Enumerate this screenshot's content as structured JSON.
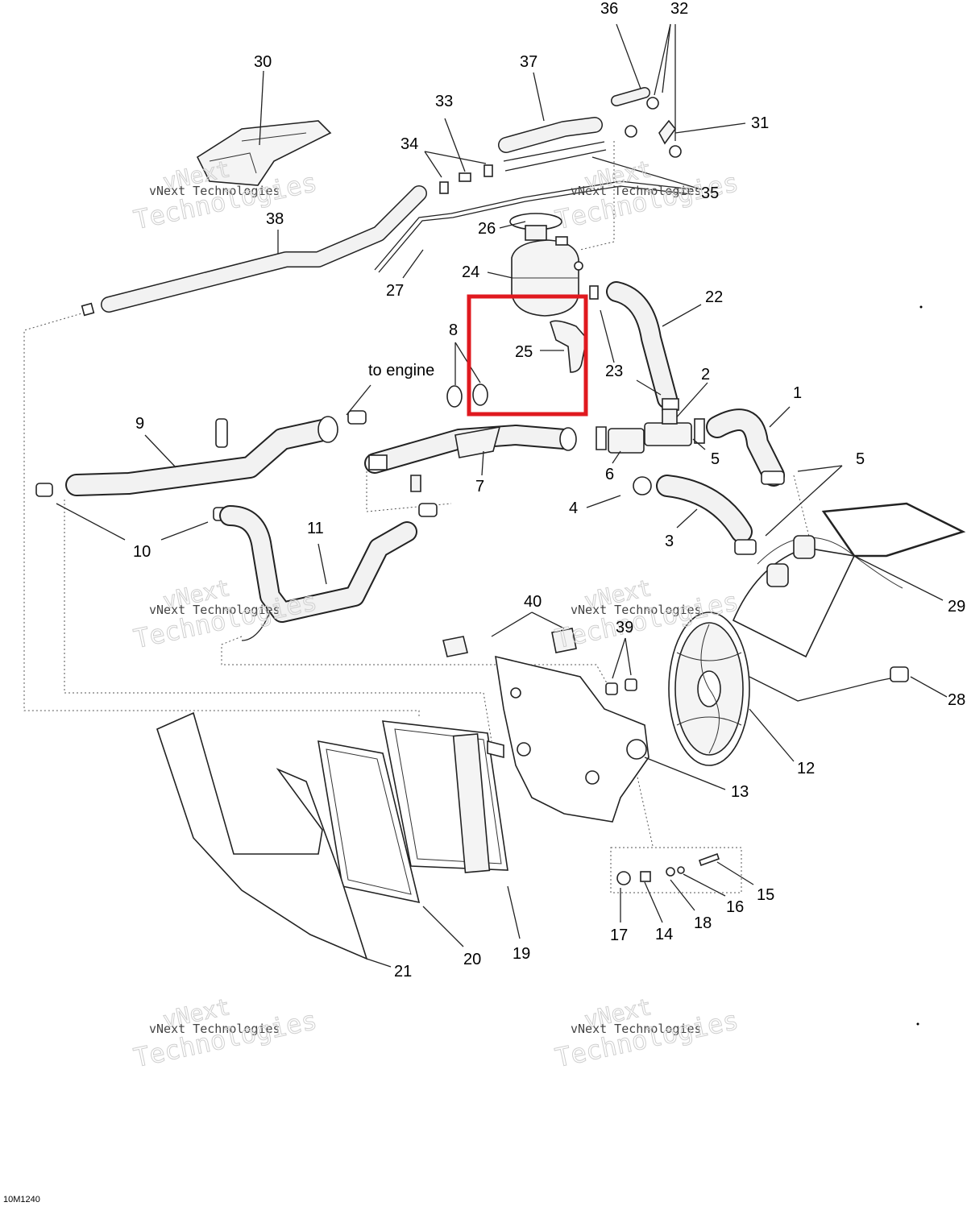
{
  "diagram": {
    "callouts": {
      "c1": "1",
      "c2": "2",
      "c3": "3",
      "c4": "4",
      "c5a": "5",
      "c5b": "5",
      "c6": "6",
      "c7": "7",
      "c8": "8",
      "c9": "9",
      "c10": "10",
      "c11": "11",
      "c12": "12",
      "c13": "13",
      "c14": "14",
      "c15": "15",
      "c16": "16",
      "c17": "17",
      "c18": "18",
      "c19": "19",
      "c20": "20",
      "c21": "21",
      "c22": "22",
      "c23": "23",
      "c24": "24",
      "c25": "25",
      "c26": "26",
      "c27": "27",
      "c28": "28",
      "c29": "29",
      "c30": "30",
      "c31": "31",
      "c32": "32",
      "c33": "33",
      "c34": "34",
      "c35": "35",
      "c36": "36",
      "c37": "37",
      "c38": "38",
      "c39": "39",
      "c40": "40"
    },
    "note_to_engine": "to engine",
    "diagram_code": "10M1240",
    "watermark": {
      "line1": "vNext",
      "line2": "vNext Technologies",
      "line3": "Technologies"
    },
    "highlight_color": "#e0191f"
  }
}
